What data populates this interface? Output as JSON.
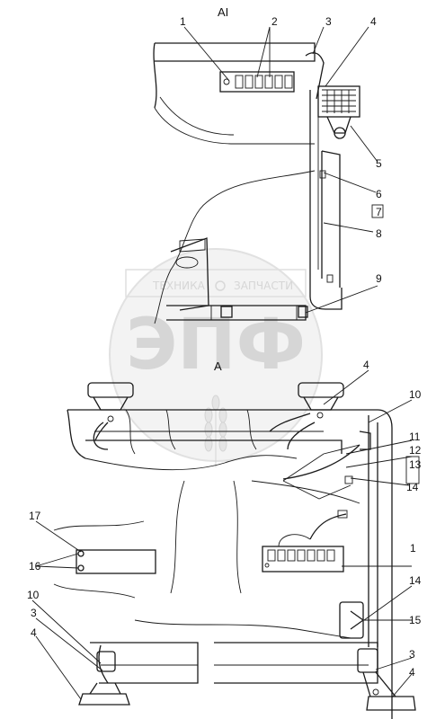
{
  "view_labels": {
    "top": "AI",
    "bottom": "A"
  },
  "callouts_top": [
    "1",
    "2",
    "3",
    "4",
    "5",
    "6",
    "7",
    "8",
    "9"
  ],
  "callouts_bottom": [
    "4",
    "10",
    "11",
    "12",
    "13",
    "14",
    "17",
    "16",
    "1",
    "14",
    "15",
    "10",
    "3",
    "4",
    "3",
    "4"
  ],
  "watermark": {
    "brand": "ЭПФ",
    "left_word": "ТЕХНИКА",
    "right_word": "ЗАПЧАСТИ"
  }
}
